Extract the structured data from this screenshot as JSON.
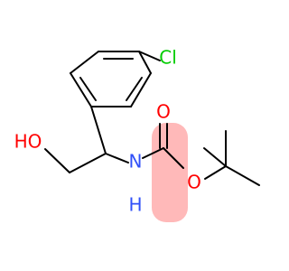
{
  "molecule": {
    "atoms": {
      "chlorine": {
        "label": "Cl"
      },
      "carbonyl_oxygen": {
        "label": "O"
      },
      "ester_oxygen": {
        "label": "O"
      },
      "nitrogen": {
        "label": "N"
      },
      "hydrogen": {
        "label": "H"
      },
      "hydroxyl": {
        "label": "HO"
      }
    },
    "colors": {
      "bond": "#000000",
      "chlorine": "#00cc00",
      "oxygen": "#ff0000",
      "nitrogen": "#3050f8",
      "highlight": "#ff8080"
    }
  }
}
